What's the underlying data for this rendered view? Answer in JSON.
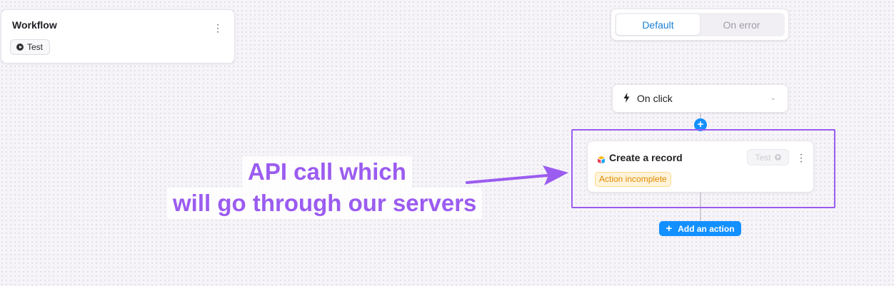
{
  "workflow_panel": {
    "title": "Workflow",
    "test_label": "Test",
    "menu_glyph": "⋮"
  },
  "mode_switch": {
    "tabs": [
      {
        "label": "Default",
        "selected": true
      },
      {
        "label": "On error",
        "selected": false
      }
    ]
  },
  "trigger": {
    "icon": "lightning-icon",
    "label": "On click",
    "chevron": "⌄"
  },
  "action": {
    "icon": "app-logo-icon",
    "title": "Create a record",
    "test_label": "Test",
    "menu_glyph": "⋮",
    "status": "Action incomplete"
  },
  "add_action": {
    "label": "Add an action",
    "icon": "plus-icon"
  },
  "annotation": {
    "line1": "API call which",
    "line2": "will go through our servers",
    "color": "#9b5cf0"
  },
  "colors": {
    "accent": "#1390ff",
    "warning_text": "#e08a00",
    "warning_bg": "#fff3d9"
  }
}
